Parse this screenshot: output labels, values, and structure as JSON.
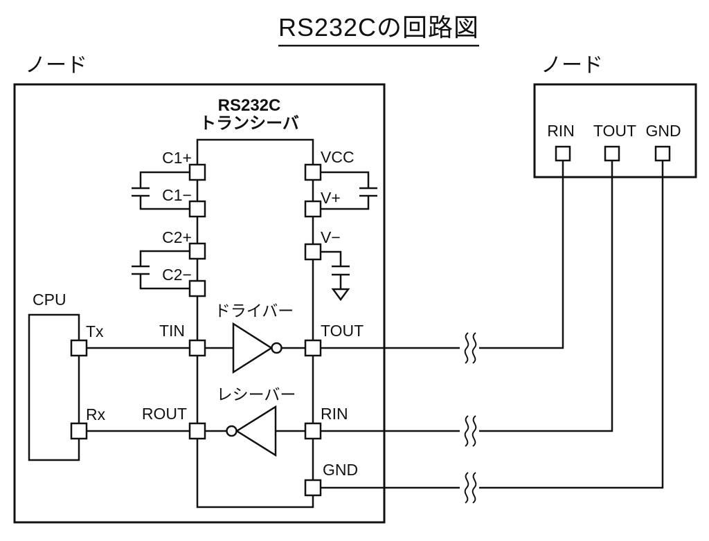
{
  "title": {
    "text": "RS232Cの回路図"
  },
  "nodes": {
    "left_label": "ノード",
    "right_label": "ノード"
  },
  "cpu": {
    "label": "CPU",
    "pin_tx": "Tx",
    "pin_rx": "Rx"
  },
  "transceiver": {
    "label_line1": "RS232C",
    "label_line2": "トランシーバ",
    "left_pins": [
      "C1+",
      "C1−",
      "C2+",
      "C2−",
      "TIN",
      "ROUT"
    ],
    "right_pins": [
      "VCC",
      "V+",
      "V−",
      "TOUT",
      "RIN",
      "GND"
    ],
    "driver_label": "ドライバー",
    "receiver_label": "レシーバー"
  },
  "remote_node": {
    "pins": [
      "RIN",
      "TOUT",
      "GND"
    ]
  },
  "colors": {
    "line": "#111111",
    "background": "#ffffff"
  }
}
